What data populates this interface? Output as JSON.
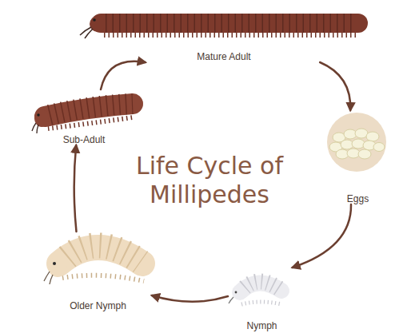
{
  "diagram": {
    "title": "Life Cycle of Millipedes",
    "nodes": [
      {
        "text": [
          "Mature Adult"
        ]
      },
      {
        "text": [
          "Eggs"
        ]
      },
      {
        "text": [
          "Nymph"
        ]
      },
      {
        "text": [
          "Older Nymph"
        ]
      },
      {
        "text": [
          "Sub-Adult"
        ]
      }
    ],
    "edges": [
      {
        "from": 0,
        "to": 1,
        "arrow": "to"
      },
      {
        "from": 1,
        "to": 2,
        "arrow": "to"
      },
      {
        "from": 2,
        "to": 3,
        "arrow": "to"
      },
      {
        "from": 3,
        "to": 4,
        "arrow": "to"
      },
      {
        "from": 4,
        "to": 0,
        "arrow": "to"
      }
    ]
  }
}
